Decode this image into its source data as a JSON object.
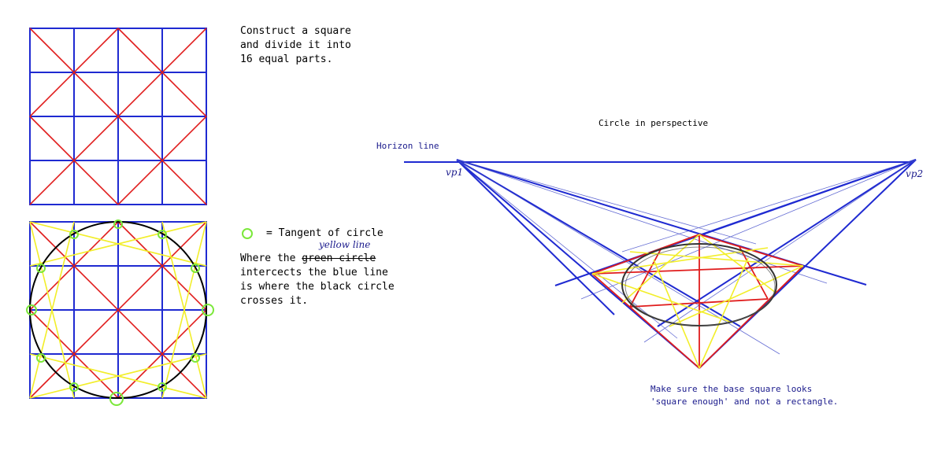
{
  "step1": {
    "line1": "Construct a square",
    "line2": "and divide it into",
    "line3": "16 equal parts."
  },
  "step2": {
    "legend": "= Tangent of circle",
    "where_prefix": "Where the ",
    "struck": "green circle",
    "handwritten": "yellow line",
    "line2": "intercects the blue line",
    "line3": "is where the black circle",
    "line4": "crosses it."
  },
  "perspective": {
    "title": "Circle in perspective",
    "horizon_label": "Horizon line",
    "vp1_label": "vp1",
    "vp2_label": "vp2",
    "note_line1": "Make sure the base square looks",
    "note_line2": "'square enough' and not a rectangle."
  },
  "colors": {
    "grid": "#1f2ad1",
    "diagonal": "#e01c1c",
    "yellow": "#f2ee2a",
    "tangent": "#7be83a",
    "circle": "#000000",
    "navy_text": "#1a1a8c"
  }
}
